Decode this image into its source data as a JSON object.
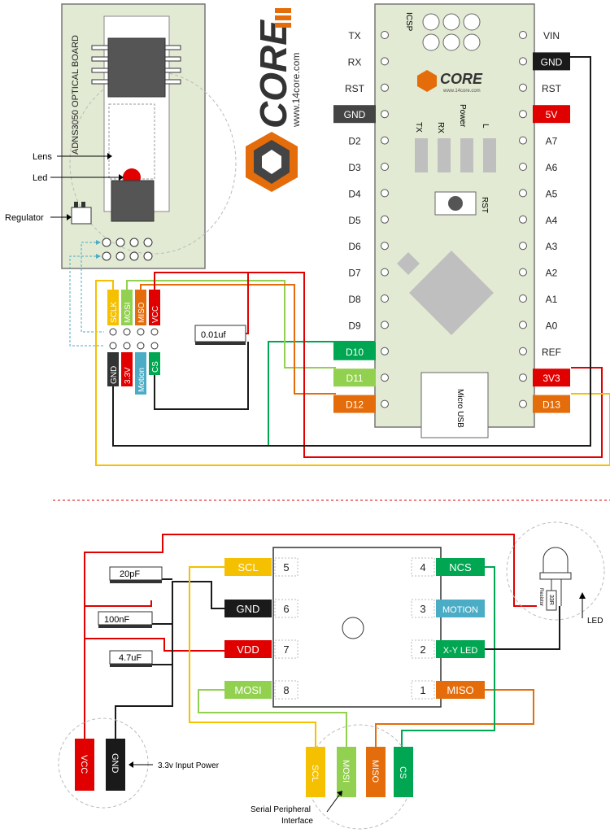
{
  "sensor_board": {
    "title": "ADNS3050 OPTICAL BOARD",
    "lens_label": "Lens",
    "led_label": "Led",
    "regulator_label": "Regulator",
    "header_top": [
      "SCLK",
      "MOSI",
      "MISO",
      "VCC"
    ],
    "header_bottom": [
      "GND",
      "3.3V",
      "Motion",
      "CS"
    ],
    "capacitor": "0.01uf"
  },
  "logo": {
    "brand": "CORE",
    "url": "www.14core.com"
  },
  "arduino": {
    "left_pins": [
      "TX",
      "RX",
      "RST",
      "GND",
      "D2",
      "D3",
      "D4",
      "D5",
      "D6",
      "D7",
      "D8",
      "D9",
      "D10",
      "D11",
      "D12"
    ],
    "right_pins": [
      "VIN",
      "GND",
      "RST",
      "5V",
      "A7",
      "A6",
      "A5",
      "A4",
      "A3",
      "A2",
      "A1",
      "A0",
      "REF",
      "3V3",
      "D13"
    ],
    "icsp_label": "ICSP",
    "leds": [
      "TX",
      "RX",
      "Power",
      "L"
    ],
    "reset_label": "RST",
    "usb_label": "Micro USB",
    "logo_brand": "CORE",
    "logo_url": "www.14core.com"
  },
  "chip": {
    "left_pins": [
      {
        "num": "5",
        "label": "SCL"
      },
      {
        "num": "6",
        "label": "GND"
      },
      {
        "num": "7",
        "label": "VDD"
      },
      {
        "num": "8",
        "label": "MOSI"
      }
    ],
    "right_pins": [
      {
        "num": "4",
        "label": "NCS"
      },
      {
        "num": "3",
        "label": "MOTION"
      },
      {
        "num": "2",
        "label": "X-Y LED"
      },
      {
        "num": "1",
        "label": "MISO"
      }
    ]
  },
  "capacitors": [
    "20pF",
    "100nF",
    "4.7uF"
  ],
  "power": {
    "vcc": "VCC",
    "gnd": "GND",
    "note": "3.3v Input Power"
  },
  "led": {
    "resistor": "33R",
    "resistor_label": "Resistor",
    "label": "LED"
  },
  "spi": {
    "pins": [
      "SCL",
      "MOSI",
      "MISO",
      "CS"
    ],
    "label_line1": "Serial Peripheral",
    "label_line2": "Interface"
  },
  "colors": {
    "yellow": "#F5C000",
    "green": "#92D050",
    "orange": "#E46C0A",
    "red": "#E00000",
    "black": "#1a1a1a",
    "darkgreen": "#00A651",
    "blue": "#4BACC6",
    "board": "#E2EAD3"
  }
}
